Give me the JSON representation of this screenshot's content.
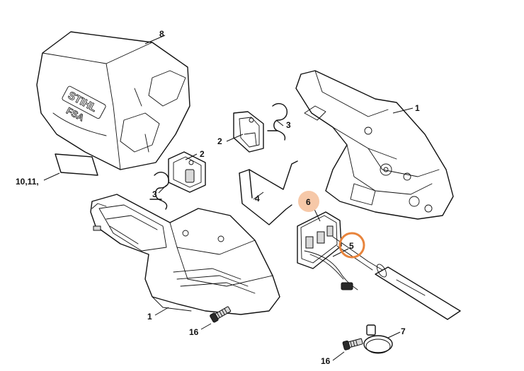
{
  "callouts": {
    "c1_upper": "1",
    "c1_lower": "1",
    "c2_upper": "2",
    "c2_lower": "2",
    "c3_upper": "3",
    "c3_lower": "3",
    "c4": "4",
    "c5": "5",
    "c6": "6",
    "c7": "7",
    "c8": "8",
    "c10_11": "10,11,",
    "c16_left": "16",
    "c16_right": "16"
  },
  "brand": {
    "logo_text": "STIHL",
    "model_text": "FSA"
  },
  "colors": {
    "highlight_orange": "#e8843c",
    "highlight_fill": "#f6c8a8",
    "ink": "#111111"
  }
}
